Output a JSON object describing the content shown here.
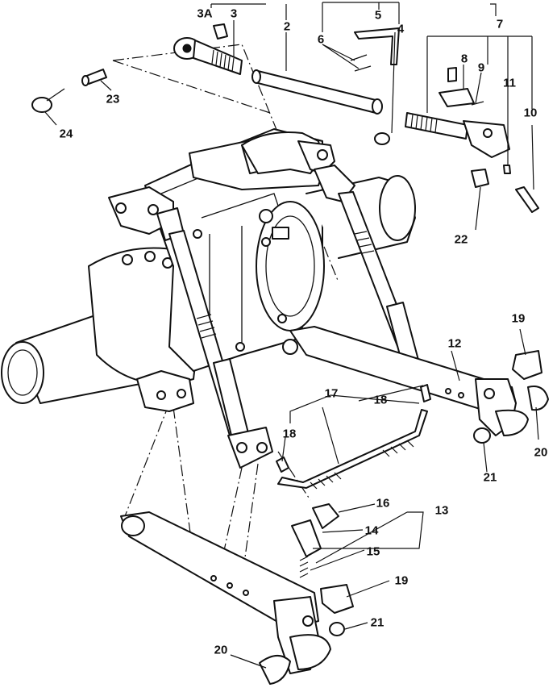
{
  "callouts": {
    "c_3a": "3A",
    "c_3": "3",
    "c_2": "2",
    "c_5": "5",
    "c_6": "6",
    "c_4": "4",
    "c_7": "7",
    "c_8": "8",
    "c_9": "9",
    "c_11": "11",
    "c_10": "10",
    "c_23": "23",
    "c_24": "24",
    "c_22": "22",
    "c_19_top": "19",
    "c_12": "12",
    "c_17": "17",
    "c_18_a": "18",
    "c_18_b": "18",
    "c_20_right": "20",
    "c_21_right": "21",
    "c_16": "16",
    "c_13": "13",
    "c_14": "14",
    "c_15": "15",
    "c_19_bottom": "19",
    "c_21_bottom": "21",
    "c_20_bottom": "20"
  },
  "colors": {
    "ink": "#111111",
    "paper": "#ffffff"
  }
}
